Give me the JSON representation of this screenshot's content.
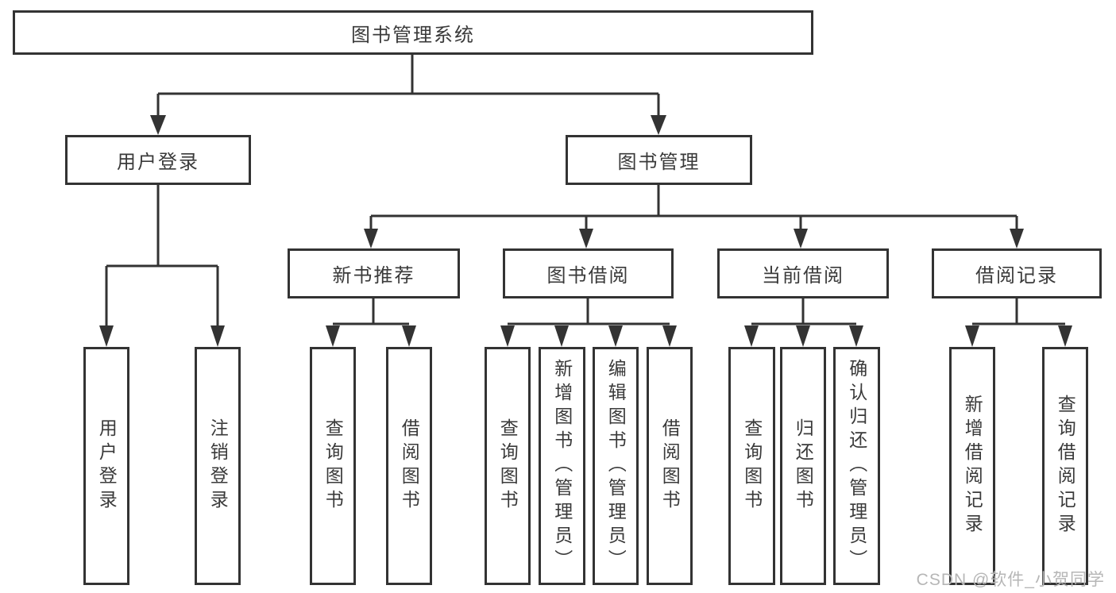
{
  "tree": {
    "root": {
      "label": "图书管理系统"
    },
    "children": [
      {
        "label": "用户登录",
        "children": [
          {
            "label": "用户登录"
          },
          {
            "label": "注销登录"
          }
        ]
      },
      {
        "label": "图书管理",
        "children": [
          {
            "label": "新书推荐",
            "children": [
              {
                "label": "查询图书"
              },
              {
                "label": "借阅图书"
              }
            ]
          },
          {
            "label": "图书借阅",
            "children": [
              {
                "label": "查询图书"
              },
              {
                "label": "新增图书（管理员）"
              },
              {
                "label": "编辑图书（管理员）"
              },
              {
                "label": "借阅图书"
              }
            ]
          },
          {
            "label": "当前借阅",
            "children": [
              {
                "label": "查询图书"
              },
              {
                "label": "归还图书"
              },
              {
                "label": "确认归还（管理员）"
              }
            ]
          },
          {
            "label": "借阅记录",
            "children": [
              {
                "label": "新增借阅记录"
              },
              {
                "label": "查询借阅记录"
              }
            ]
          }
        ]
      }
    ]
  },
  "watermark": {
    "text": "CSDN @软件_小贺同学"
  },
  "colors": {
    "line": "#333333",
    "text": "#3a3a3a",
    "background": "#ffffff",
    "watermark": "#b6b6b6"
  }
}
